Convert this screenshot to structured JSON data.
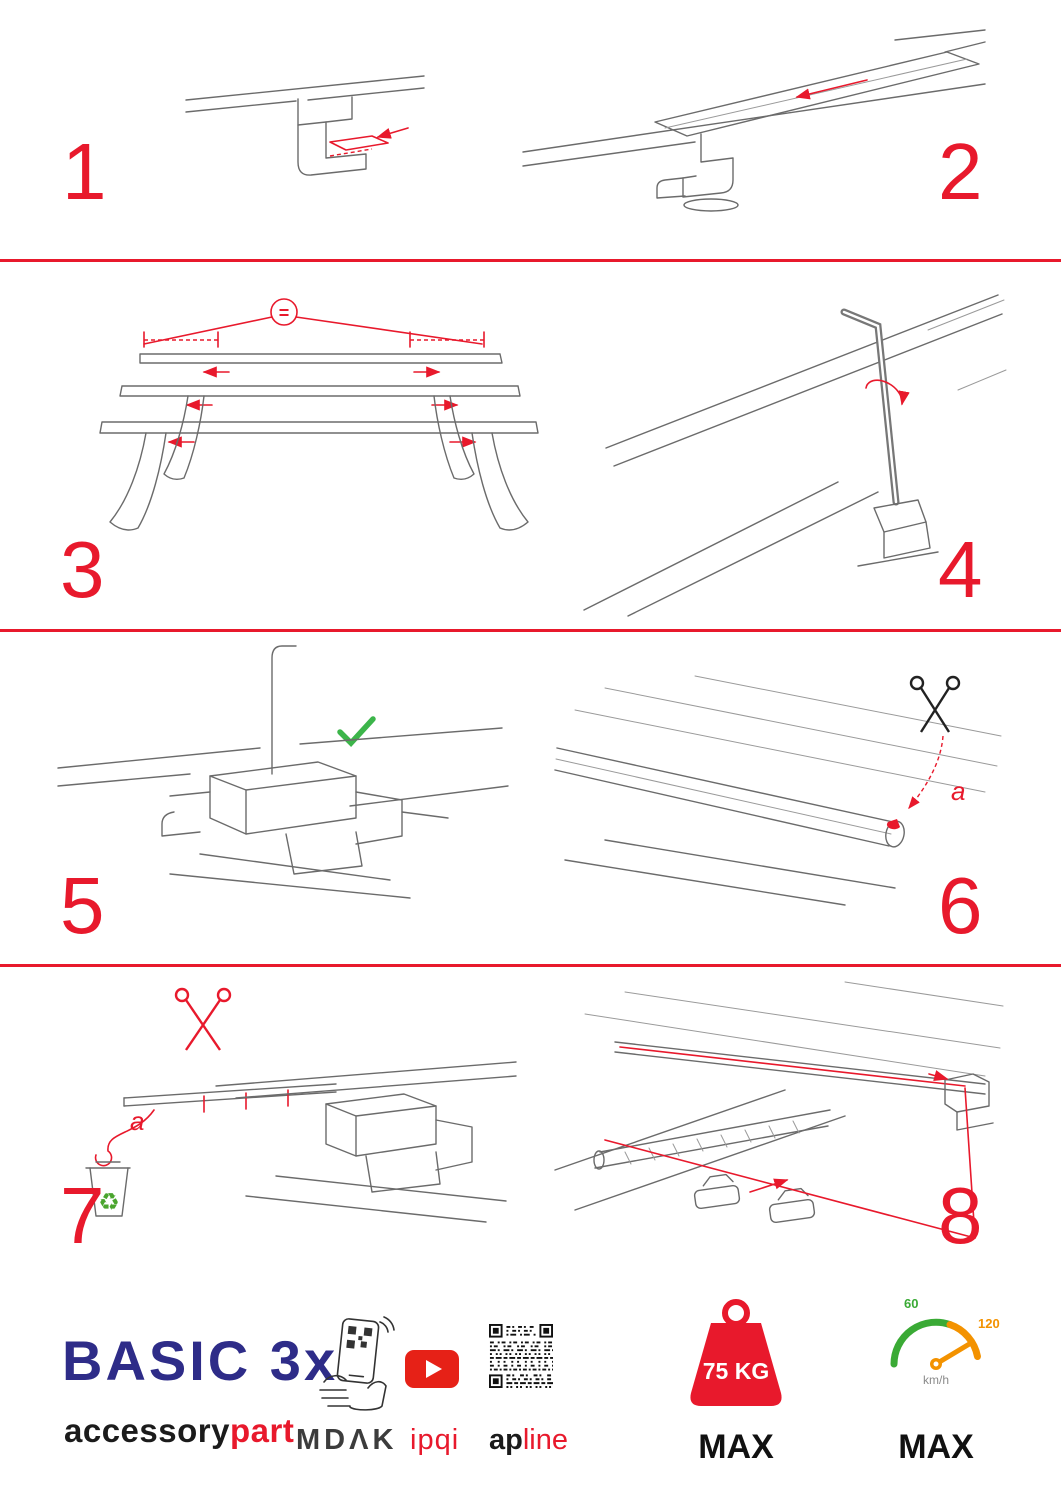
{
  "page": {
    "background": "#ffffff",
    "accent_red": "#e8192c",
    "navy": "#2e2c88",
    "green": "#3cb54a",
    "orange": "#f39200"
  },
  "steps": {
    "s1": {
      "number": "1"
    },
    "s2": {
      "number": "2"
    },
    "s3": {
      "number": "3",
      "equal_label": "="
    },
    "s4": {
      "number": "4"
    },
    "s5": {
      "number": "5"
    },
    "s6": {
      "number": "6",
      "cut_label": "a"
    },
    "s7": {
      "number": "7",
      "cut_label": "a",
      "recycle_icon": "♻"
    },
    "s8": {
      "number": "8"
    }
  },
  "footer": {
    "product": "BASIC 3x",
    "brand": {
      "black": "accessory",
      "red": "part"
    },
    "partners": {
      "mdak": "MDΛK",
      "ipqi": "ipqi",
      "apline_black": "ap",
      "apline_red": "line"
    },
    "weight": {
      "value": "75 KG",
      "max": "MAX"
    },
    "speed": {
      "low": "60",
      "high": "120",
      "unit": "km/h",
      "max": "MAX"
    }
  }
}
